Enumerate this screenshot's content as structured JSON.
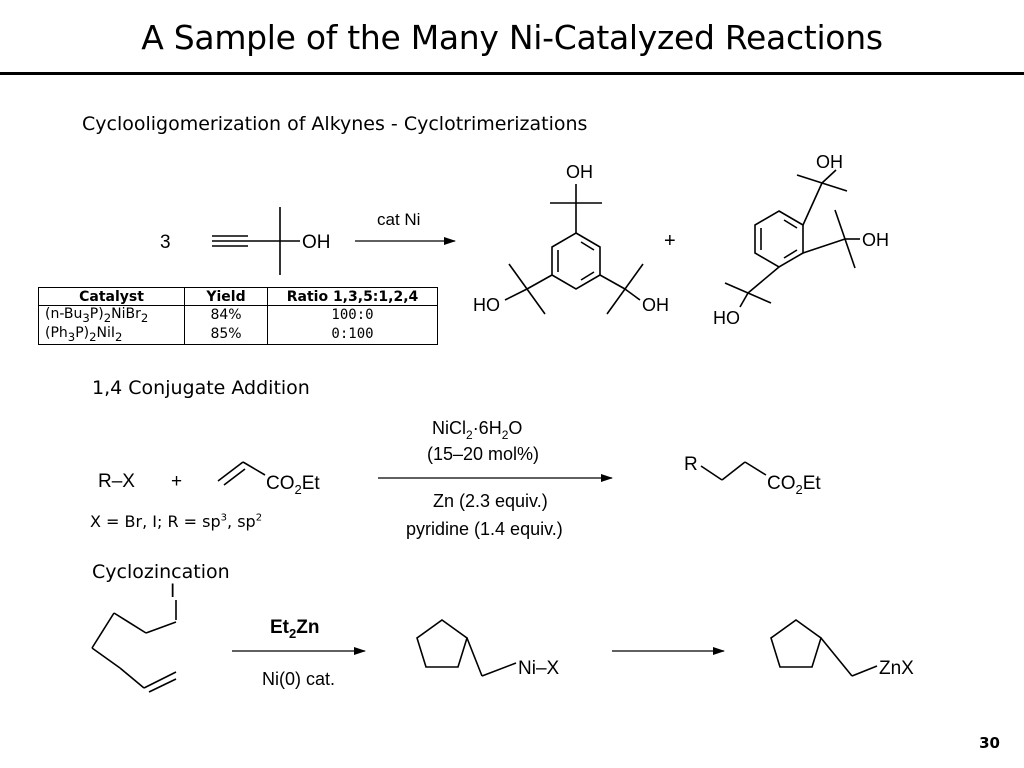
{
  "slide": {
    "title": "A Sample of the Many Ni-Catalyzed Reactions",
    "page_number": "30"
  },
  "sections": {
    "cyclo_title": "Cyclooligomerization of Alkynes - Cyclotrimerizations",
    "conj_title": "1,4 Conjugate Addition",
    "zinc_title": "Cyclozincation"
  },
  "reaction1": {
    "coefficient": "3",
    "oh": "OH",
    "ho": "HO",
    "reagent": "cat Ni",
    "plus": "+"
  },
  "table": {
    "headers": [
      "Catalyst",
      "Yield",
      "Ratio 1,3,5:1,2,4"
    ],
    "rows": [
      {
        "c1": "(n-Bu",
        "s1": "3",
        "c2": "P)",
        "s2": "2",
        "c3": "NiBr",
        "s3": "2",
        "yield": "84%",
        "ratio": "100:0"
      },
      {
        "c1": "(Ph",
        "s1": "3",
        "c2": "P)",
        "s2": "2",
        "c3": "NiI",
        "s3": "2",
        "yield": "85%",
        "ratio": "0:100"
      }
    ]
  },
  "reaction2": {
    "rx": "R–X",
    "plus": "+",
    "ester_co": "CO",
    "ester_sub": "2",
    "ester_et": "Et",
    "reagent_a1": "NiCl",
    "reagent_a_sub1": "2",
    "reagent_a2": "·6H",
    "reagent_a_sub2": "2",
    "reagent_a3": "O",
    "reagent_b": "(15–20 mol%)",
    "reagent_c": "Zn (2.3 equiv.)",
    "reagent_d": "pyridine (1.4 equiv.)",
    "product_r": "R",
    "note_main": "X = Br, I; R = sp",
    "note_sup1": "3",
    "note_mid": ", sp",
    "note_sup2": "2"
  },
  "reaction3": {
    "iodo": "I",
    "reagent_a1": "Et",
    "reagent_a_sub": "2",
    "reagent_a2": "Zn",
    "reagent_b": "Ni(0) cat.",
    "intermediate": "Ni–X",
    "product": "ZnX"
  }
}
